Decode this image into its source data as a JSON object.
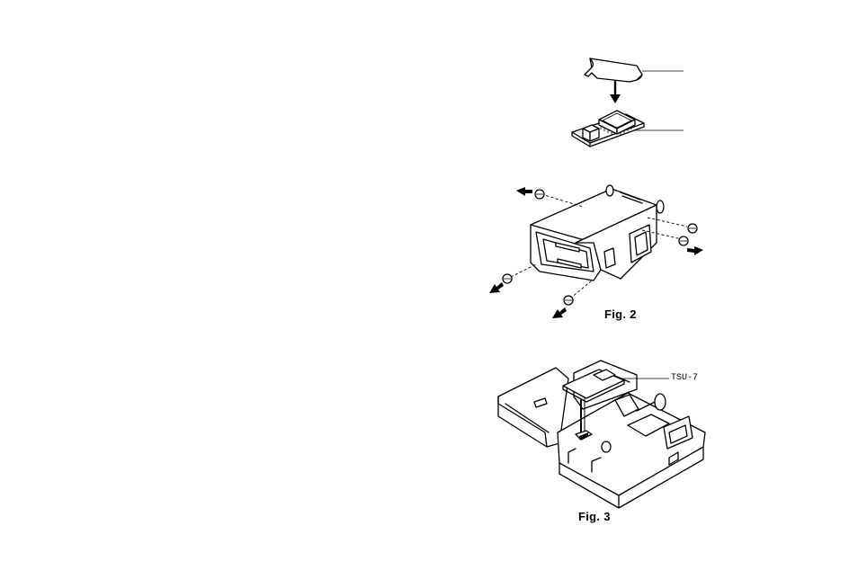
{
  "figures": [
    {
      "id": "fig1",
      "caption": "",
      "callouts": []
    },
    {
      "id": "fig2",
      "caption": "Fig. 2",
      "callouts": []
    },
    {
      "id": "fig3",
      "caption": "Fig. 3",
      "callouts": [
        "TSU-7"
      ]
    }
  ],
  "icons": {
    "arrow": "bold-arrow-icon",
    "screw": "screw-icon"
  }
}
